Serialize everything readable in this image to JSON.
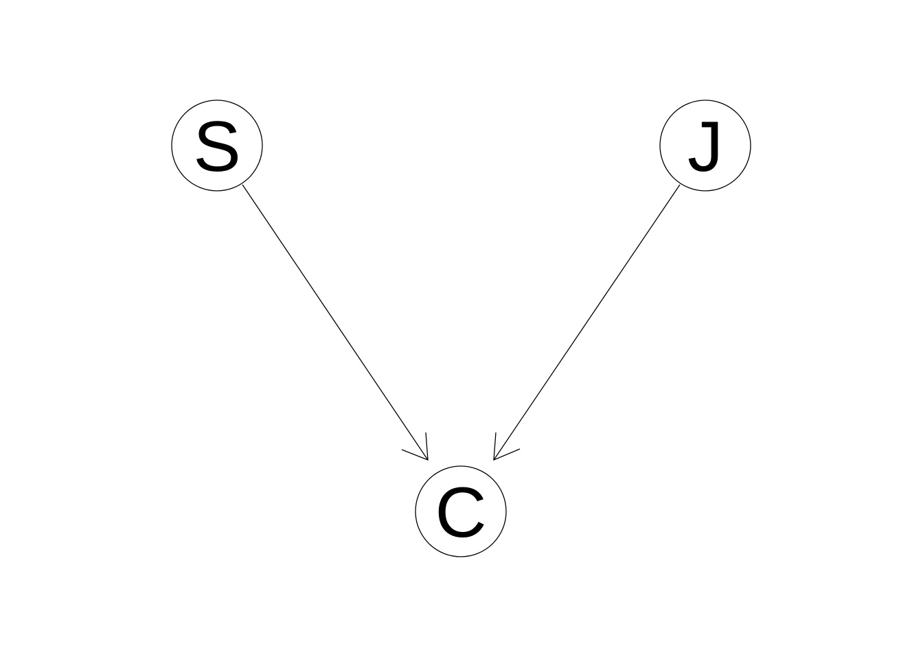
{
  "nodes": [
    {
      "id": "S",
      "label": "S"
    },
    {
      "id": "J",
      "label": "J"
    },
    {
      "id": "C",
      "label": "C"
    }
  ],
  "edges": [
    {
      "from": "S",
      "to": "C",
      "directed": true
    },
    {
      "from": "J",
      "to": "C",
      "directed": true
    }
  ],
  "colors": {
    "background": "#ffffff",
    "stroke": "#000000",
    "text": "#000000"
  }
}
